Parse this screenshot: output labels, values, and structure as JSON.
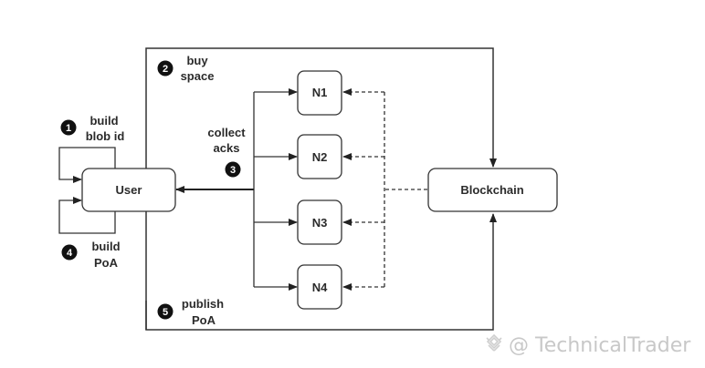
{
  "diagram": {
    "nodes": {
      "user": "User",
      "blockchain": "Blockchain",
      "storage_nodes": [
        "N1",
        "N2",
        "N3",
        "N4"
      ]
    },
    "steps": [
      {
        "number": "1",
        "line1": "build",
        "line2": "blob id"
      },
      {
        "number": "2",
        "line1": "buy",
        "line2": "space"
      },
      {
        "number": "3",
        "line1": "collect",
        "line2": "acks"
      },
      {
        "number": "4",
        "line1": "build",
        "line2": "PoA"
      },
      {
        "number": "5",
        "line1": "publish",
        "line2": "PoA"
      }
    ],
    "colors": {
      "stroke": "#333333",
      "text": "#2b2b2b",
      "watermark": "#c8c8c8"
    }
  },
  "watermark": {
    "text": "@ TechnicalTrader"
  }
}
